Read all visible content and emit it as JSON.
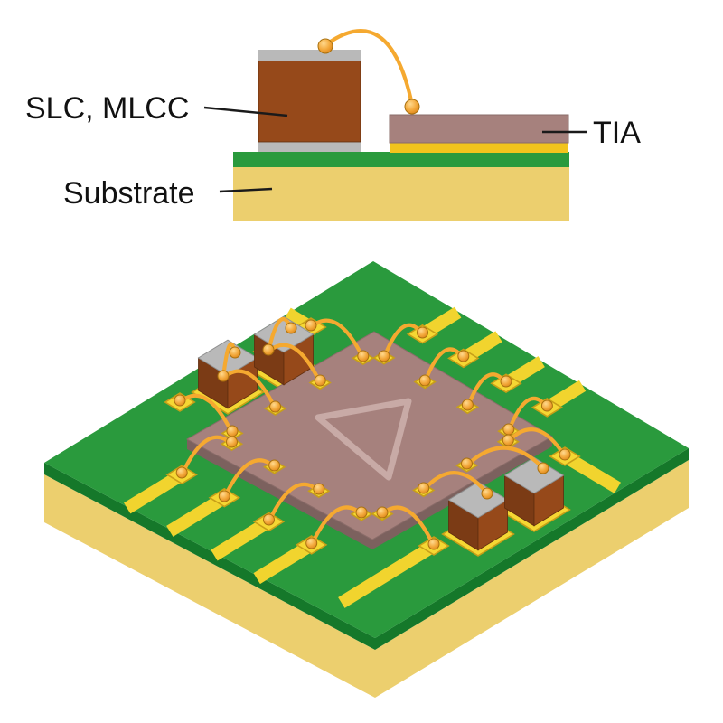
{
  "diagram": {
    "labels": {
      "capacitor": "SLC, MLCC",
      "tia": "TIA",
      "substrate": "Substrate"
    },
    "colors": {
      "background": "#ffffff",
      "board_green": "#2a9a3d",
      "board_edge_green": "#15782a",
      "substrate_yellow": "#eccf6e",
      "trace_gold": "#f1d42e",
      "pad_gold": "#f5d733",
      "pad_outline": "#c89f18",
      "die_attach_gold": "#f2c41d",
      "wire_orange": "#f5a930",
      "ball_gold": "#f3a93c",
      "capacitor_brown": "#96491a",
      "capacitor_brown_dark": "#7b3b15",
      "termination_gray": "#b9b9b9",
      "die_mauve": "#a6817d",
      "die_edge": "#7c615e",
      "die_symbol_outline": "#c8aaa6",
      "label_text": "#111111"
    },
    "counts": {
      "capacitors_on_board": 4,
      "bond_wires_on_board": 18,
      "die_bond_pads": 16
    }
  }
}
